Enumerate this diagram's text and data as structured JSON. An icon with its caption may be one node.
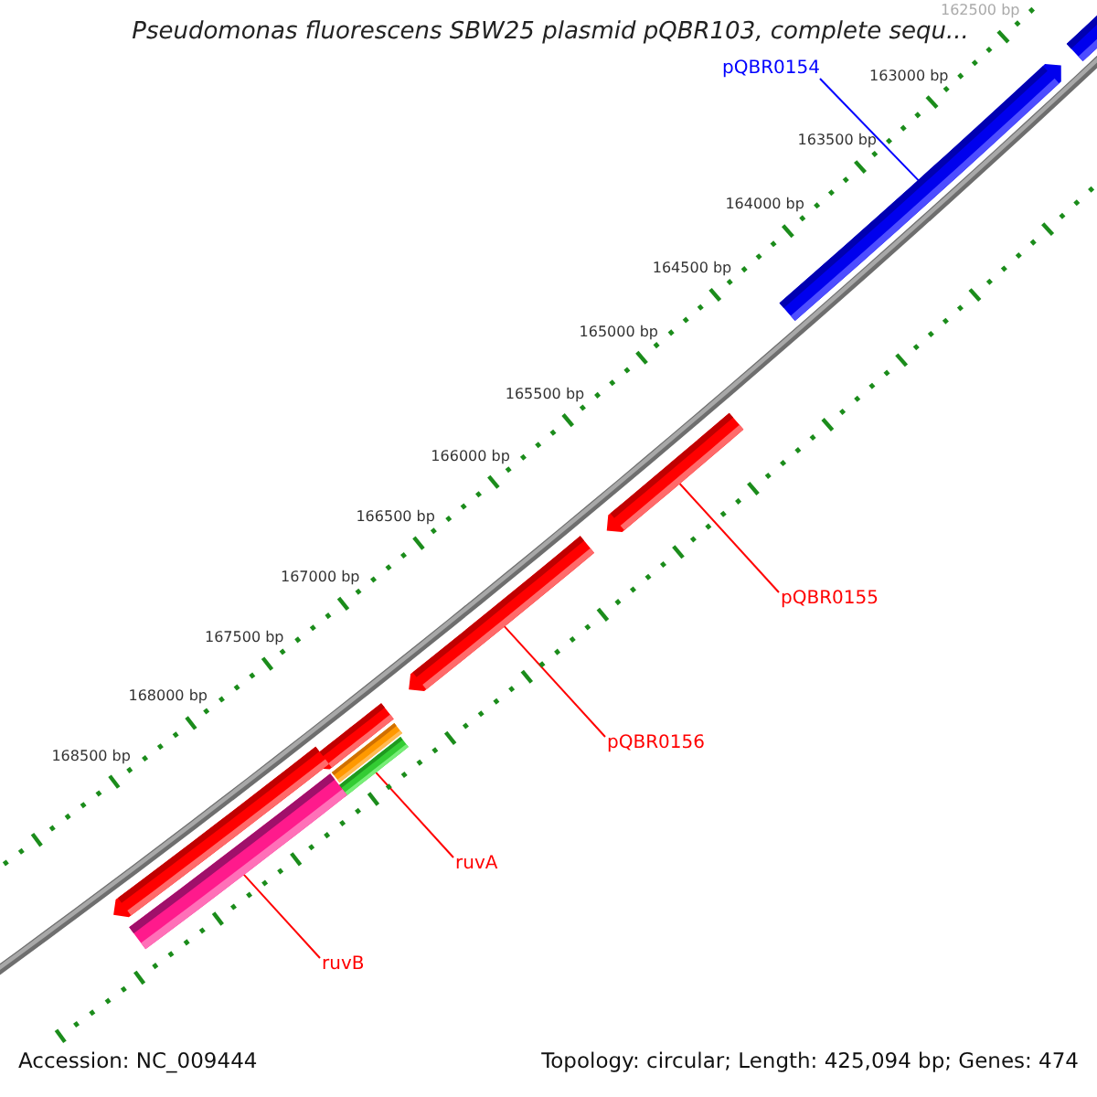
{
  "diagram": {
    "title": "Pseudomonas fluorescens SBW25 plasmid pQBR103, complete sequ...",
    "nodes": [
      {
        "text": [
          "pQBR0154"
        ]
      },
      {
        "text": [],
        "shape": "pentagon"
      },
      {
        "text": [],
        "shape": "bar"
      },
      {
        "text": [
          "pQBR0155"
        ]
      },
      {
        "text": [],
        "shape": "pentagon"
      },
      {
        "text": [
          "pQBR0156"
        ]
      },
      {
        "text": [],
        "shape": "pentagon"
      },
      {
        "text": [],
        "shape": "pentagon"
      },
      {
        "text": [],
        "shape": "pentagon"
      },
      {
        "text": [
          "ruvA"
        ]
      },
      {
        "text": [],
        "shape": "bar"
      },
      {
        "text": [],
        "shape": "bar"
      },
      {
        "text": [
          "ruvB"
        ]
      },
      {
        "text": [],
        "shape": "bar"
      }
    ],
    "edges": [
      {
        "from": 0,
        "to": 1,
        "arrow": "none",
        "color": "#0000ff"
      },
      {
        "from": 3,
        "to": 4,
        "arrow": "none"
      },
      {
        "from": 5,
        "to": 6,
        "arrow": "none"
      },
      {
        "from": 9,
        "to": 11,
        "arrow": "none"
      },
      {
        "from": 12,
        "to": 13,
        "arrow": "none"
      }
    ],
    "labels": [
      "162500 bp",
      "163000 bp",
      "163500 bp",
      "164000 bp",
      "164500 bp",
      "165000 bp",
      "165500 bp",
      "166000 bp",
      "166500 bp",
      "167000 bp",
      "167500 bp",
      "168000 bp",
      "168500 bp",
      "Accession: NC_009444",
      "Topology: circular; Length: 425,094 bp; Genes: 474"
    ]
  }
}
